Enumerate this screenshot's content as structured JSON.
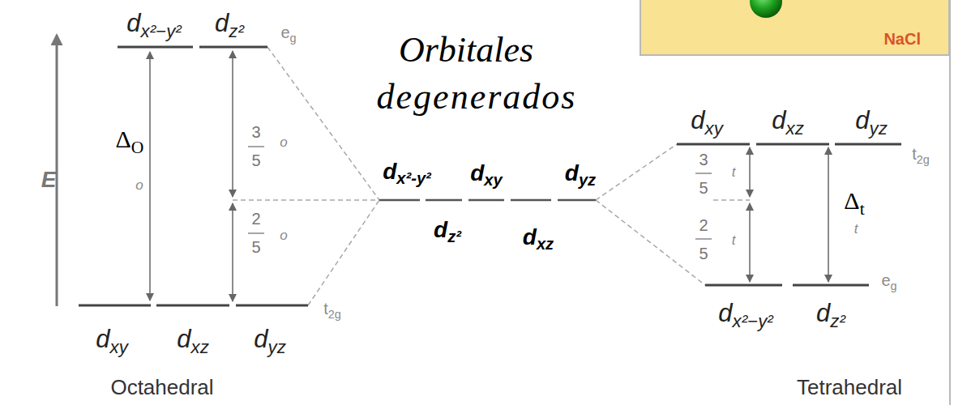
{
  "diagram": {
    "nodes": [
      {
        "text": [
          "NaCl"
        ]
      }
    ],
    "labels": [
      "dx²−y²",
      "dz²",
      "eg",
      "ΔO",
      "3",
      "5",
      "o",
      "o",
      "2",
      "5",
      "o",
      "dxy",
      "dxz",
      "dyz",
      "t2g",
      "Orbitales",
      "degenerados",
      "dx²-y²",
      "dxy",
      "dyz",
      "dz²",
      "dxz",
      "dxy",
      "dxz",
      "dyz",
      "t2g",
      "3",
      "5",
      "t",
      "Δt",
      "t",
      "2",
      "5",
      "t",
      "dx²−y²",
      "dz²",
      "eg",
      "E",
      "Octahedral",
      "Tetrahedral"
    ]
  }
}
